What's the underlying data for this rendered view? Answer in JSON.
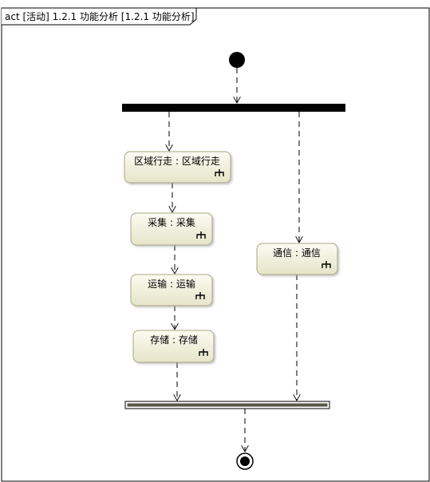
{
  "frame": {
    "title": "act [活动] 1.2.1 功能分析 [1.2.1 功能分析]"
  },
  "actions": [
    {
      "id": "walk",
      "label": "区域行走 : 区域行走",
      "icon": "call-behavior-rake-icon"
    },
    {
      "id": "collect",
      "label": "采集 : 采集",
      "icon": "call-behavior-rake-icon"
    },
    {
      "id": "transport",
      "label": "运输 : 运输",
      "icon": "call-behavior-rake-icon"
    },
    {
      "id": "store",
      "label": "存储 : 存储",
      "icon": "call-behavior-rake-icon"
    },
    {
      "id": "comm",
      "label": "通信 : 通信",
      "icon": "call-behavior-rake-icon"
    }
  ],
  "colors": {
    "action_fill_top": "#fbfbf3",
    "action_fill_bottom": "#e6e4c8",
    "action_stroke": "#a9a784",
    "bar": "#000000",
    "join_inner": "#555548"
  }
}
